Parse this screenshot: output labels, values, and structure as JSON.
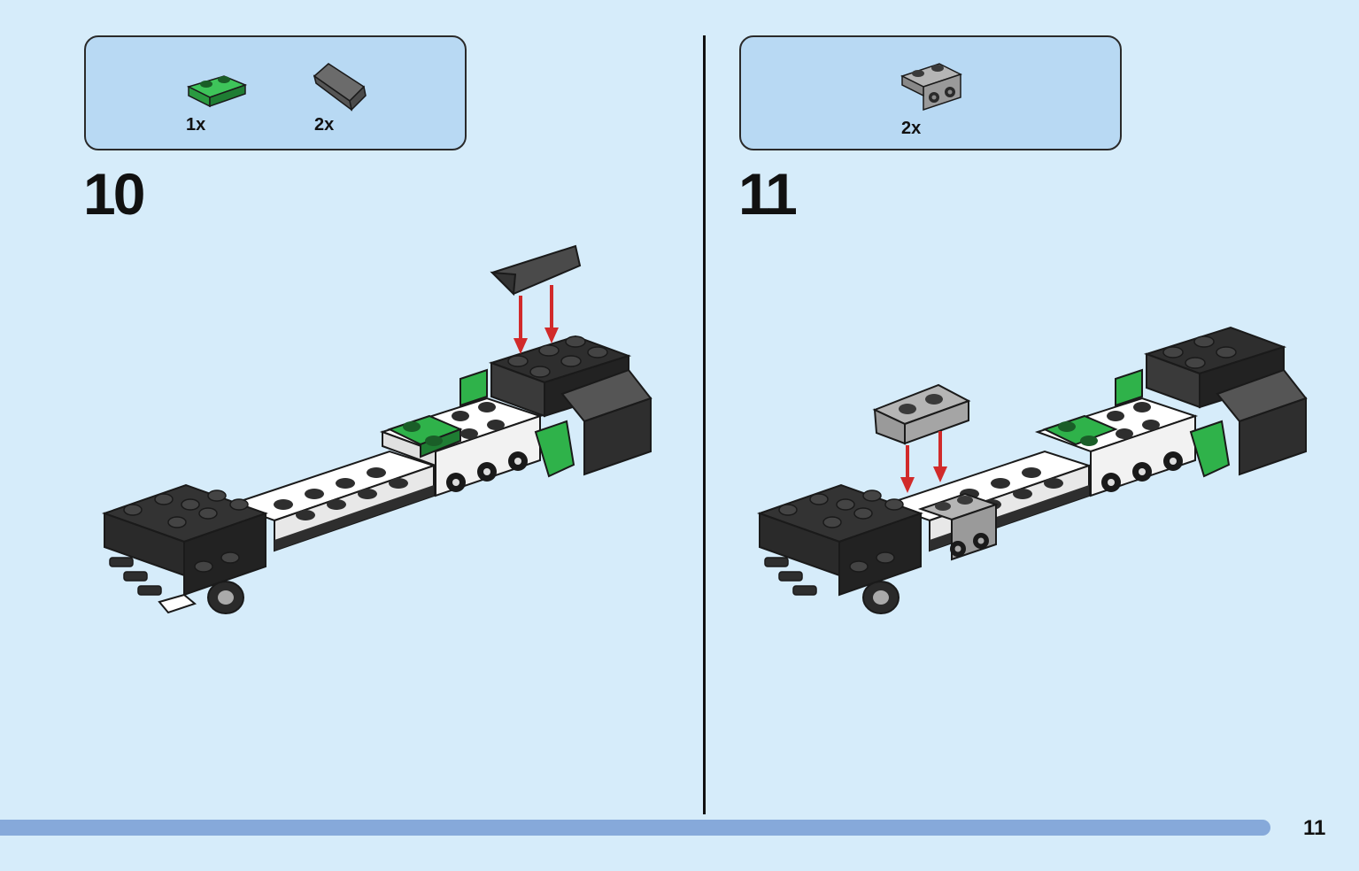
{
  "steps": [
    {
      "number": "10",
      "parts": [
        {
          "icon": "green-plate-1x2-icon",
          "color": "#2fb24a",
          "quantity": "1x"
        },
        {
          "icon": "dark-grey-slope-icon",
          "color": "#6b6b6b",
          "quantity": "2x"
        }
      ]
    },
    {
      "number": "11",
      "parts": [
        {
          "icon": "grey-bracket-icon",
          "color": "#9a9a9a",
          "quantity": "2x"
        }
      ]
    }
  ],
  "page_number": "11",
  "colors": {
    "background": "#d6ecfa",
    "parts_box": "#b8d9f3",
    "progress_bar": "#86a9da",
    "arrow": "#d12a2a",
    "black_brick": "#2e2e2e",
    "white_brick": "#ffffff",
    "green_brick": "#2fb24a",
    "grey_brick": "#9a9a9a"
  }
}
